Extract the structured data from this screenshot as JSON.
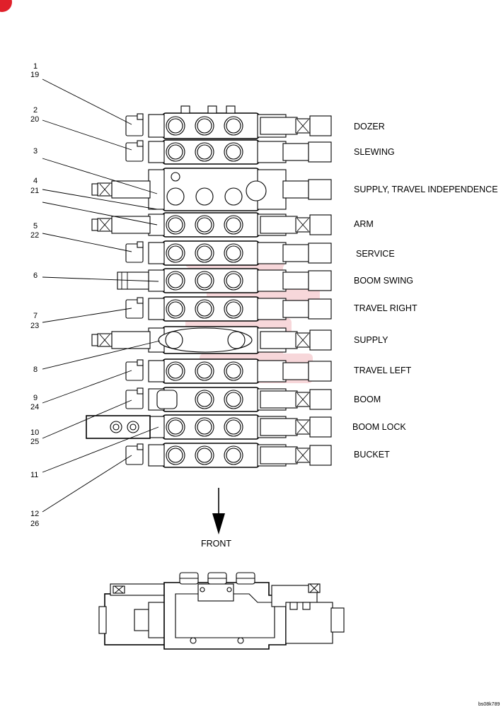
{
  "corner_badge": {
    "color": "#e0202a"
  },
  "watermark": {
    "color": "#f2b8bc"
  },
  "section_labels": [
    {
      "id": "dozer",
      "text": "DOZER"
    },
    {
      "id": "slewing",
      "text": "SLEWING"
    },
    {
      "id": "supply-travel-independence",
      "text": "SUPPLY, TRAVEL INDEPENDENCE"
    },
    {
      "id": "arm",
      "text": "ARM"
    },
    {
      "id": "service",
      "text": "SERVICE"
    },
    {
      "id": "boom-swing",
      "text": "BOOM SWING"
    },
    {
      "id": "travel-right",
      "text": "TRAVEL RIGHT"
    },
    {
      "id": "supply",
      "text": "SUPPLY"
    },
    {
      "id": "travel-left",
      "text": "TRAVEL LEFT"
    },
    {
      "id": "boom",
      "text": "BOOM"
    },
    {
      "id": "boom-lock",
      "text": "BOOM LOCK"
    },
    {
      "id": "bucket",
      "text": "BUCKET"
    }
  ],
  "callouts": [
    {
      "id": "1",
      "lines": [
        "1",
        "19"
      ]
    },
    {
      "id": "2",
      "lines": [
        "2",
        "20"
      ]
    },
    {
      "id": "3",
      "lines": [
        "3"
      ]
    },
    {
      "id": "4",
      "lines": [
        "4",
        "21"
      ]
    },
    {
      "id": "5",
      "lines": [
        "5",
        "22"
      ]
    },
    {
      "id": "6",
      "lines": [
        "6"
      ]
    },
    {
      "id": "7",
      "lines": [
        "7",
        "23"
      ]
    },
    {
      "id": "8",
      "lines": [
        "8"
      ]
    },
    {
      "id": "9",
      "lines": [
        "9",
        "24"
      ]
    },
    {
      "id": "10",
      "lines": [
        "10",
        "25"
      ]
    },
    {
      "id": "11",
      "lines": [
        "11"
      ]
    },
    {
      "id": "12",
      "lines": [
        "12",
        "26"
      ]
    }
  ],
  "direction": {
    "label": "FRONT"
  },
  "figure_ref": "bs08k789"
}
